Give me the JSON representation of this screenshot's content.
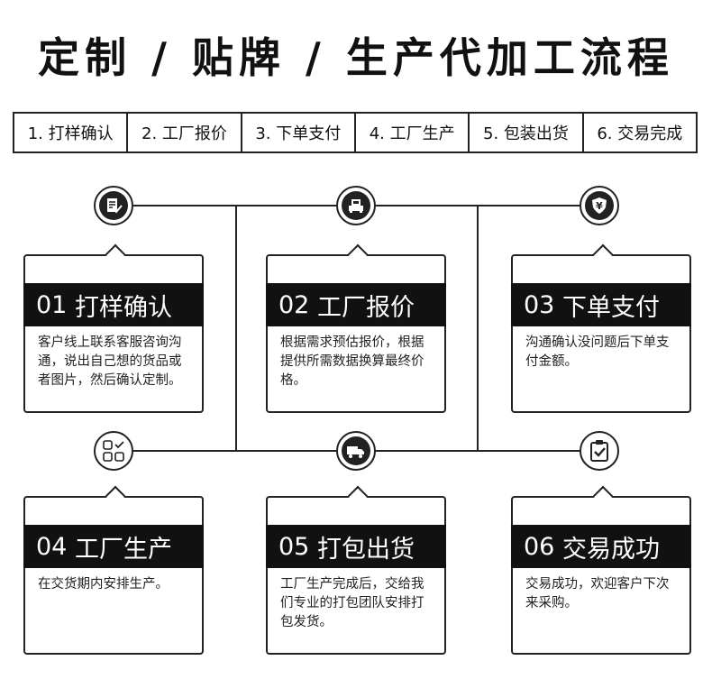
{
  "title": "定制 / 贴牌 / 生产代加工流程",
  "tabs": [
    "1. 打样确认",
    "2. 工厂报价",
    "3. 下单支付",
    "4. 工厂生产",
    "5. 包装出货",
    "6. 交易完成"
  ],
  "steps": [
    {
      "number": "01",
      "name": "打样确认",
      "desc": "客户线上联系客服咨询沟通，说出自己想的货品或者图片，然后确认定制。",
      "icon": "document-edit-icon"
    },
    {
      "number": "02",
      "name": "工厂报价",
      "desc": "根据需求预估报价，根据提供所需数据换算最终价格。",
      "icon": "machine-icon"
    },
    {
      "number": "03",
      "name": "下单支付",
      "desc": "沟通确认没问题后下单支付金额。",
      "icon": "yen-shield-icon"
    },
    {
      "number": "04",
      "name": "工厂生产",
      "desc": "在交货期内安排生产。",
      "icon": "grid-check-icon"
    },
    {
      "number": "05",
      "name": "打包出货",
      "desc": "工厂生产完成后，交给我们专业的打包团队安排打包发货。",
      "icon": "truck-icon"
    },
    {
      "number": "06",
      "name": "交易成功",
      "desc": "交易成功，欢迎客户下次来采购。",
      "icon": "clipboard-check-icon"
    }
  ]
}
